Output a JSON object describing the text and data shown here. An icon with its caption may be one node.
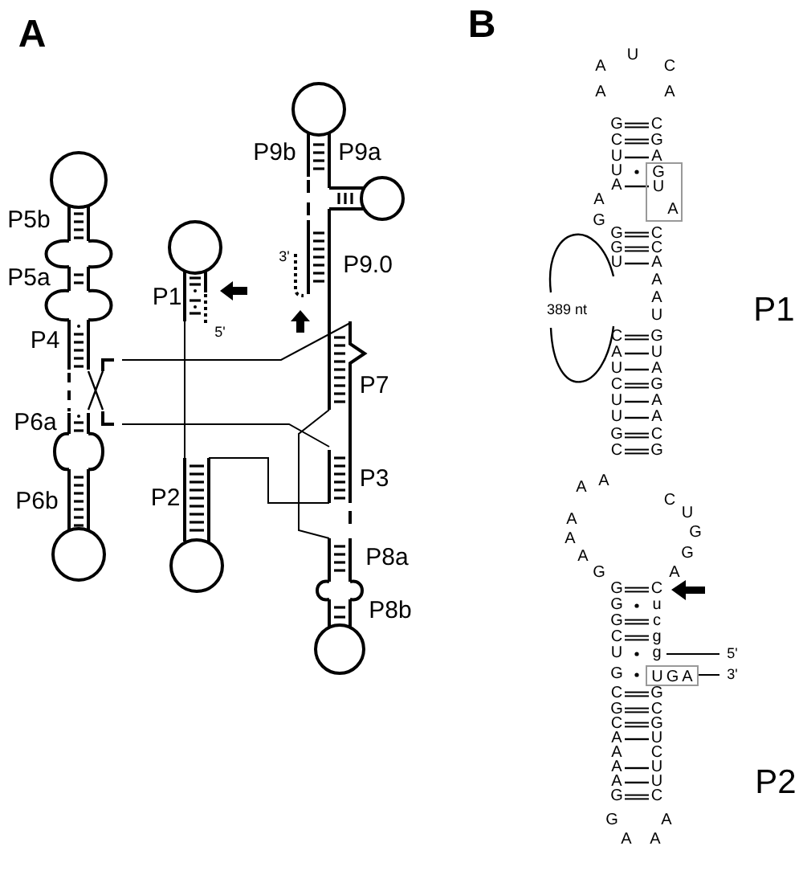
{
  "diagram": {
    "nodes": [
      {
        "text": [
          "G",
          "U",
          "A"
        ]
      },
      {
        "text": [
          "UGA"
        ]
      }
    ],
    "labels": [
      "A",
      "B",
      "P9b",
      "P9a",
      "P5b",
      "P5a",
      "3'",
      "P9.0",
      "P1",
      "5'",
      "P4",
      "P7",
      "P6a",
      "P3",
      "P6b",
      "P2",
      "P8a",
      "P8b",
      "U",
      "A",
      "C",
      "A",
      "A",
      "G",
      "C",
      "C",
      "G",
      "U",
      "A",
      "U",
      "A",
      "A",
      "G",
      "G",
      "C",
      "G",
      "C",
      "U",
      "A",
      "A",
      "A",
      "389 nt",
      "P1",
      "U",
      "C",
      "G",
      "A",
      "U",
      "U",
      "A",
      "C",
      "G",
      "U",
      "A",
      "U",
      "A",
      "G",
      "C",
      "C",
      "G",
      "A",
      "A",
      "C",
      "A",
      "U",
      "A",
      "G",
      "A",
      "G",
      "G",
      "A",
      "G",
      "C",
      "G",
      "u",
      "G",
      "c",
      "C",
      "g",
      "U",
      "g",
      "5'",
      "G",
      "3'",
      "C",
      "G",
      "G",
      "C",
      "C",
      "G",
      "A",
      "U",
      "A",
      "C",
      "A",
      "U",
      "A",
      "U",
      "P2",
      "G",
      "C",
      "G",
      "A",
      "A",
      "A"
    ]
  }
}
